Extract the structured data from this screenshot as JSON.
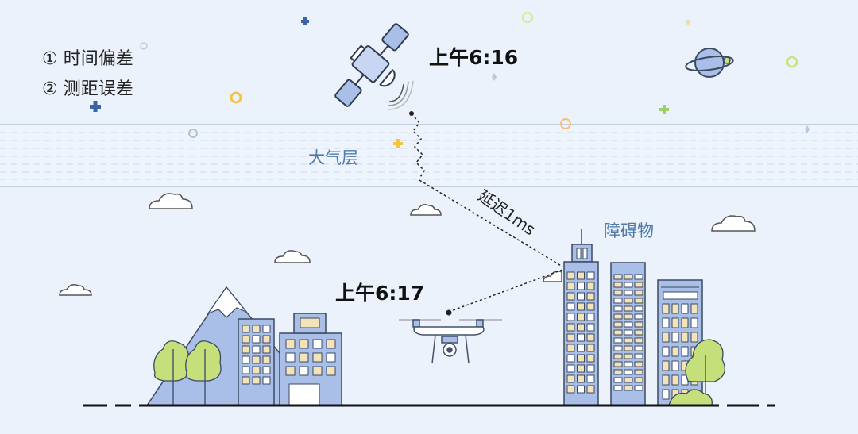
{
  "legend": {
    "item1": "① 时间偏差",
    "item2": "② 测距误差"
  },
  "labels": {
    "satellite_time": "上午6:16",
    "drone_time": "上午6:17",
    "atmosphere": "大气层",
    "delay": "延迟1ms",
    "obstacle": "障碍物"
  },
  "colors": {
    "background": "#ebf2fc",
    "building_fill": "#a9bfe8",
    "window_warm": "#f5e3b8",
    "tree_green": "#c5e07a",
    "accent_blue": "#4f7bab"
  }
}
